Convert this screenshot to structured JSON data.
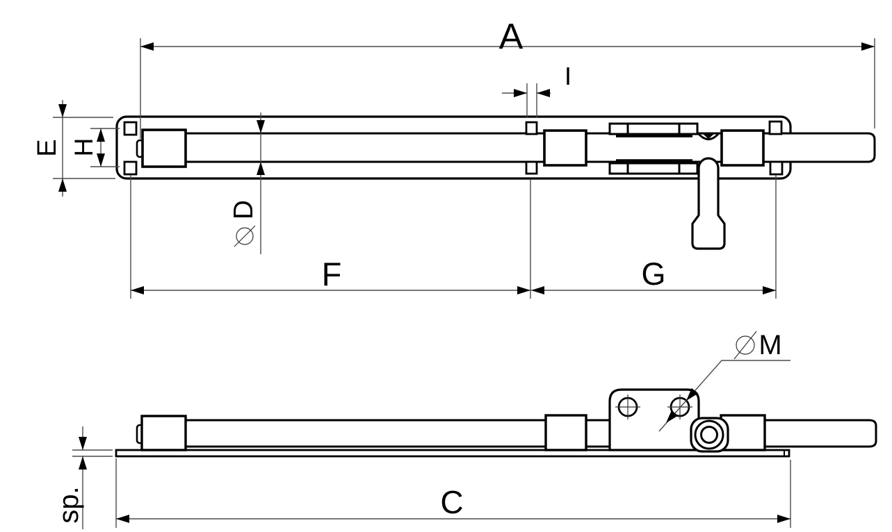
{
  "page": {
    "background": "#ffffff"
  },
  "drawing": {
    "kind": "tower-bolt dimension drawing, plan view and side elevation",
    "stroke_color": "#000000",
    "dim_color": "#4a4a4a",
    "dims": {
      "A": "A",
      "E": "E",
      "H": "H",
      "I": "I",
      "D": "D",
      "F": "F",
      "G": "G",
      "M": "M",
      "C": "C",
      "sp": "sp.",
      "diameter_sign": "⌀"
    }
  }
}
